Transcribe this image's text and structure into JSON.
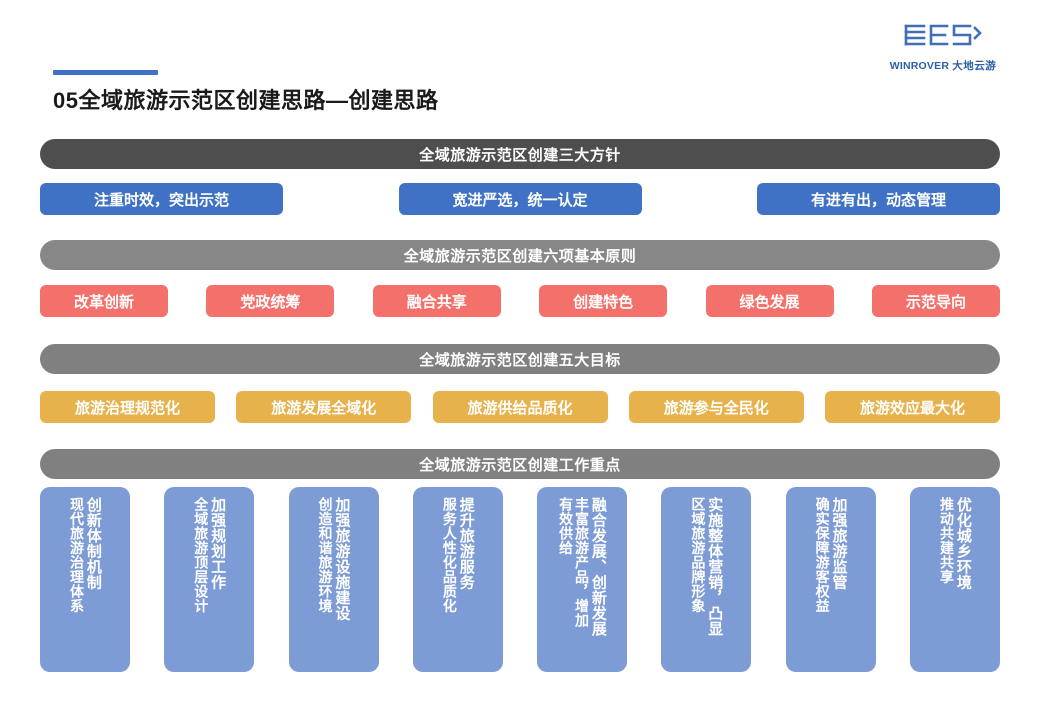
{
  "logo": {
    "mark": "winrover-logo-mark",
    "brand_en": "WINROVER",
    "brand_cn": "大地云游"
  },
  "header": {
    "title": "05全域旅游示范区创建思路—创建思路",
    "accent_color": "#3f72c4"
  },
  "colors": {
    "band_dark": "#4e4e4e",
    "band_gray": "#808080",
    "blue": "#3f72c4",
    "red": "#f4706a",
    "gold": "#e7b24b",
    "light_blue": "#7d9bd4"
  },
  "sections": [
    {
      "header": "全域旅游示范区创建三大方针",
      "items": [
        "注重时效，突出示范",
        "宽进严选，统一认定",
        "有进有出，动态管理"
      ]
    },
    {
      "header": "全域旅游示范区创建六项基本原则",
      "items": [
        "改革创新",
        "党政统筹",
        "融合共享",
        "创建特色",
        "绿色发展",
        "示范导向"
      ]
    },
    {
      "header": "全域旅游示范区创建五大目标",
      "items": [
        "旅游治理规范化",
        "旅游发展全域化",
        "旅游供给品质化",
        "旅游参与全民化",
        "旅游效应最大化"
      ]
    },
    {
      "header": "全域旅游示范区创建工作重点",
      "columns": [
        {
          "lines": [
            "创新体制机制",
            "现代旅游治理体系"
          ]
        },
        {
          "lines": [
            "加强规划工作",
            "全域旅游顶层设计"
          ]
        },
        {
          "lines": [
            "加强旅游设施建设",
            "创造和谐旅游环境"
          ]
        },
        {
          "lines": [
            "提升旅游服务",
            "服务人性化品质化"
          ]
        },
        {
          "lines": [
            "融合发展、创新发展",
            "丰富旅游产品，增加",
            "有效供给"
          ]
        },
        {
          "lines": [
            "实施整体营销，凸显",
            "区域旅游品牌形象"
          ]
        },
        {
          "lines": [
            "加强旅游监管",
            "确实保障游客权益"
          ]
        },
        {
          "lines": [
            "优化城乡环境",
            "推动共建共享"
          ]
        }
      ]
    }
  ]
}
